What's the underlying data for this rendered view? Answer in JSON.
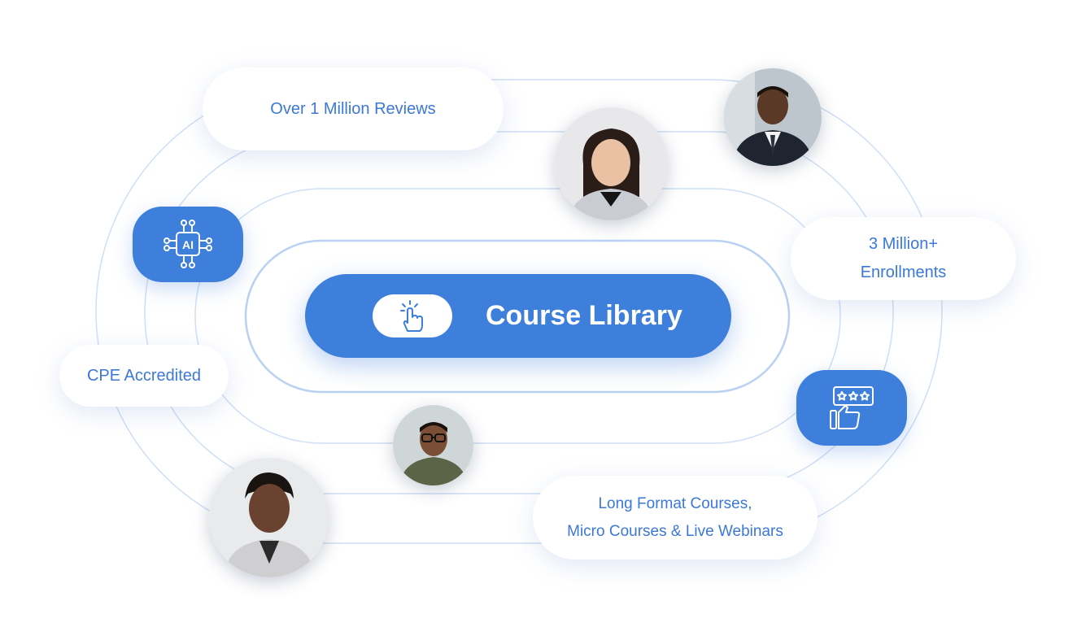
{
  "main_button": {
    "label": "Course Library",
    "icon": "pointer-hand-icon"
  },
  "stats": {
    "reviews": "Over 1 Million Reviews",
    "enrollments_line1": "3 Million+",
    "enrollments_line2": "Enrollments",
    "accreditation": "CPE Accredited",
    "formats_line1": "Long Format Courses,",
    "formats_line2": "Micro Courses & Live Webinars"
  },
  "badges": {
    "ai": {
      "icon": "ai-chip-icon",
      "text": "AI"
    },
    "rating": {
      "icon": "star-rating-thumbs-up-icon"
    }
  },
  "colors": {
    "accent": "#3f7fdc",
    "text_accent": "#3b78d8",
    "ring": "#b9d1f2",
    "background": "#ffffff"
  }
}
